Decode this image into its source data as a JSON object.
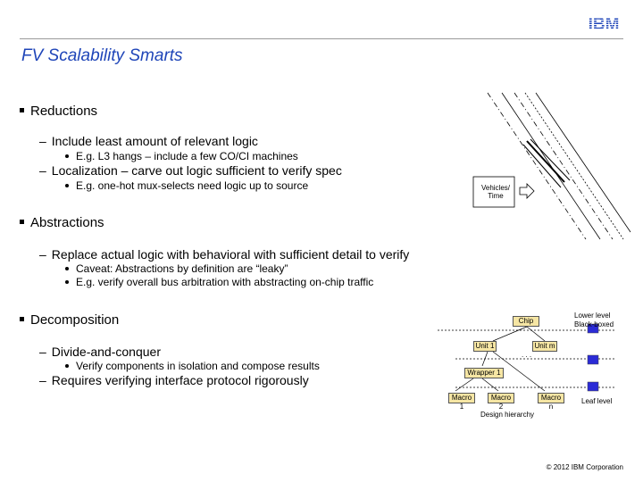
{
  "logo": {
    "text": "IBM",
    "color": "#1f45b8"
  },
  "title": "FV Scalability Smarts",
  "content": {
    "reductions": {
      "heading": "Reductions",
      "items": [
        {
          "text": "Include least amount of relevant logic",
          "sub": [
            "E.g. L3 hangs – include a few CO/CI machines"
          ]
        },
        {
          "text": "Localization – carve out logic sufficient to verify spec",
          "sub": [
            "E.g. one-hot mux-selects need logic up to source"
          ]
        }
      ]
    },
    "abstractions": {
      "heading": "Abstractions",
      "items": [
        {
          "text": "Replace actual logic with behavioral with sufficient detail to verify",
          "sub": [
            "Caveat: Abstractions by definition are “leaky”",
            "E.g. verify overall bus arbitration with abstracting on-chip traffic"
          ]
        }
      ]
    },
    "decomposition": {
      "heading": "Decomposition",
      "items": [
        {
          "text": "Divide-and-conquer",
          "sub": [
            "Verify components in isolation and compose results"
          ]
        },
        {
          "text": "Requires verifying interface protocol rigorously",
          "sub": []
        }
      ]
    }
  },
  "road_figure": {
    "label": "Vehicles/ Time"
  },
  "hierarchy": {
    "chip": "Chip",
    "unit1": "Unit 1",
    "unitm": "Unit m",
    "wrapper1": "Wrapper 1",
    "macro1": "Macro 1",
    "macro2": "Macro 2",
    "macron": "Macro n",
    "dots": ". . .",
    "lower_level": "Lower level Black-boxed",
    "leaf_level": "Leaf level",
    "caption": "Design hierarchy",
    "box_color": "#f6e6a4"
  },
  "footer": "© 2012 IBM Corporation"
}
